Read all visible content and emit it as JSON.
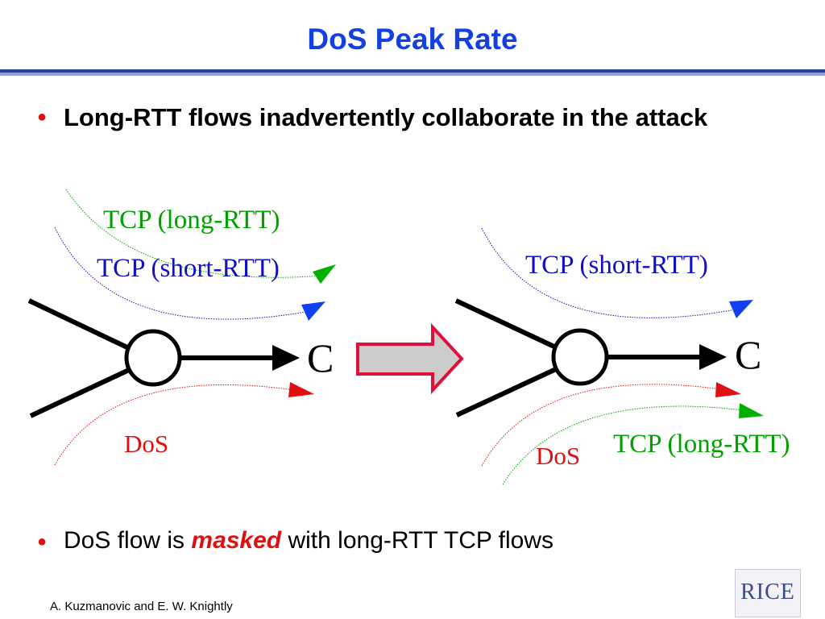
{
  "title": "DoS Peak Rate",
  "bullets": [
    {
      "text": "Long-RTT flows inadvertently collaborate in the attack"
    },
    {
      "prefix": "DoS flow is ",
      "emphasis": "masked",
      "suffix": " with long-RTT TCP flows"
    }
  ],
  "diagram_left": {
    "tcp_long_label": "TCP (long-RTT)",
    "tcp_short_label": "TCP (short-RTT)",
    "dos_label": "DoS",
    "capacity_label": "C"
  },
  "diagram_right": {
    "tcp_short_label": "TCP (short-RTT)",
    "tcp_long_label": "TCP (long-RTT)",
    "dos_label": "DoS",
    "capacity_label": "C"
  },
  "colors": {
    "title": "#1540e0",
    "tcp_long": "#00a000",
    "tcp_short": "#1010c0",
    "dos": "#e01010",
    "transition_arrow_fill": "#cccccc",
    "transition_arrow_stroke": "#e0103a"
  },
  "footer": "A. Kuzmanovic and E. W. Knightly",
  "logo_text": "RICE"
}
